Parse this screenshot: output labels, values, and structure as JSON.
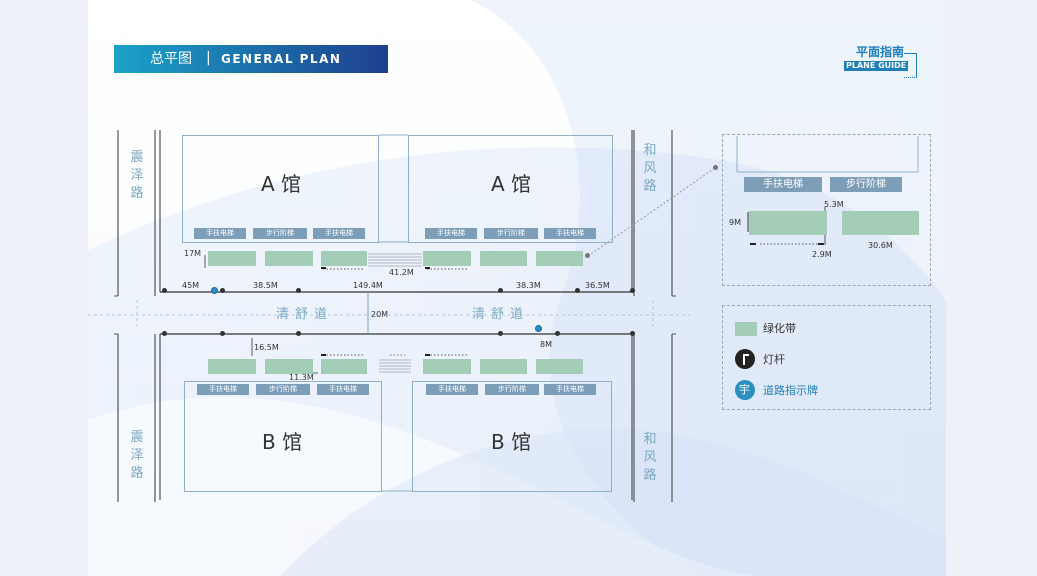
{
  "header": {
    "title_cn": "总平图",
    "divider": "|",
    "title_en": "GENERAL PLAN"
  },
  "logo": {
    "cn": "平面指南",
    "en": "PLANE GUIDE"
  },
  "roads": {
    "west": "震泽路",
    "east": "和风路",
    "middle": "清舒道"
  },
  "halls": {
    "a_left": "A 馆",
    "a_right": "A 馆",
    "b_left": "B 馆",
    "b_right": "B 馆"
  },
  "facilities": {
    "escalator": "手扶电梯",
    "stairs": "步行阶梯"
  },
  "dimensions": {
    "d17": "17M",
    "d41": "41.2M",
    "d45": "45M",
    "d38a": "38.5M",
    "d149": "149.4M",
    "d38b": "38.3M",
    "d36": "36.5M",
    "d20": "20M",
    "d8": "8M",
    "d16": "16.5M",
    "d11": "11.3M",
    "d53": "5.3M",
    "d9": "9M",
    "d29": "2.9M",
    "d306": "30.6M"
  },
  "legend": {
    "green": "绿化带",
    "lamp": "灯杆",
    "sign": "道路指示牌",
    "sign_glyph": "宇"
  },
  "colors": {
    "header_from": "#1aa3c9",
    "header_to": "#1e3f8f",
    "green_belt": "#a3cdb6",
    "tag": "#7c9eb8",
    "sign": "#2b8fc0",
    "accent": "#1f7fb8"
  }
}
